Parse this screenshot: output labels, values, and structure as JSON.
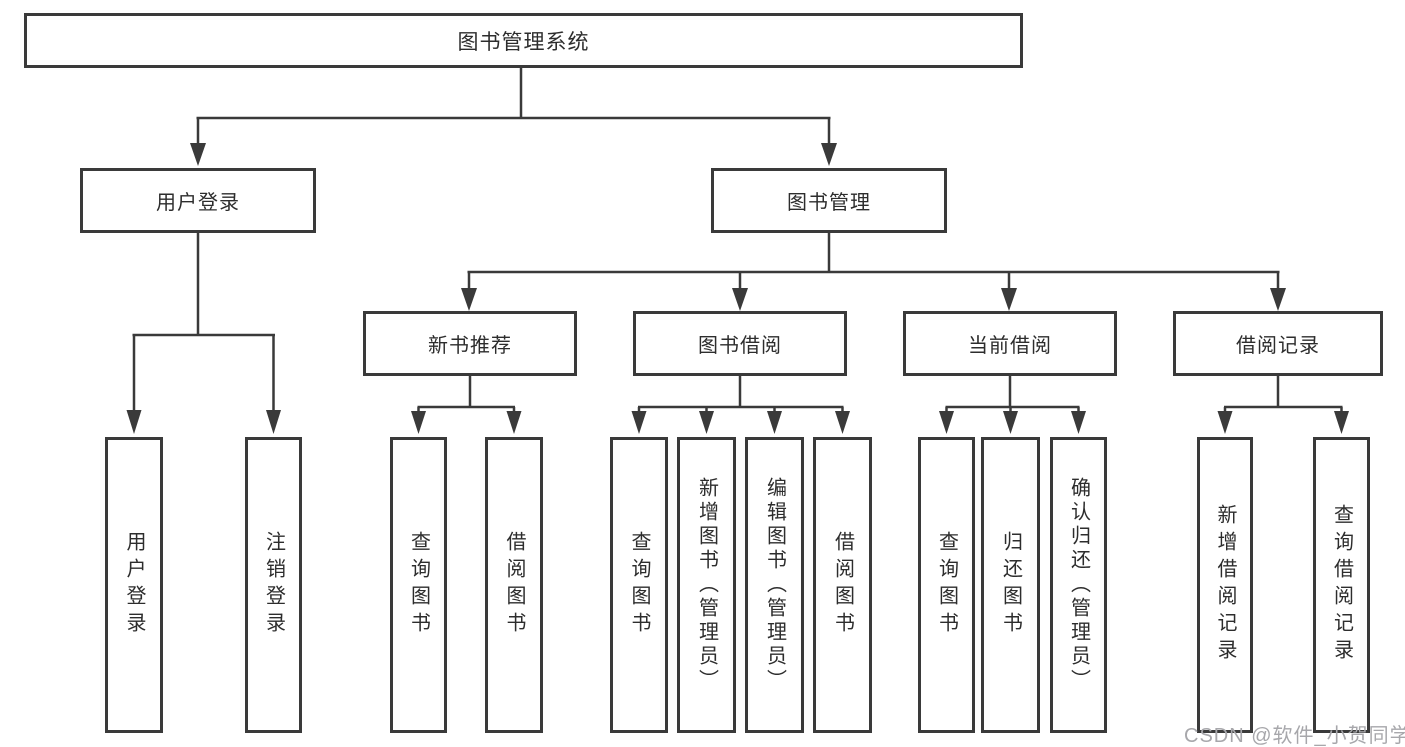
{
  "tree": {
    "root": "图书管理系统",
    "branches": [
      {
        "label": "用户登录",
        "children": [
          "用户登录",
          "注销登录"
        ]
      },
      {
        "label": "图书管理",
        "groups": [
          {
            "label": "新书推荐",
            "children": [
              "查询图书",
              "借阅图书"
            ]
          },
          {
            "label": "图书借阅",
            "children": [
              "查询图书",
              "新增图书（管理员）",
              "编辑图书（管理员）",
              "借阅图书"
            ]
          },
          {
            "label": "当前借阅",
            "children": [
              "查询图书",
              "归还图书",
              "确认归还（管理员）"
            ]
          },
          {
            "label": "借阅记录",
            "children": [
              "新增借阅记录",
              "查询借阅记录"
            ]
          }
        ]
      }
    ]
  },
  "watermark": {
    "text": "CSDN @软件_小贺同学"
  },
  "colors": {
    "line": "#3a3a3a",
    "text": "#2d2d2d",
    "background": "#ffffff",
    "watermark": "#a7a7ab"
  }
}
